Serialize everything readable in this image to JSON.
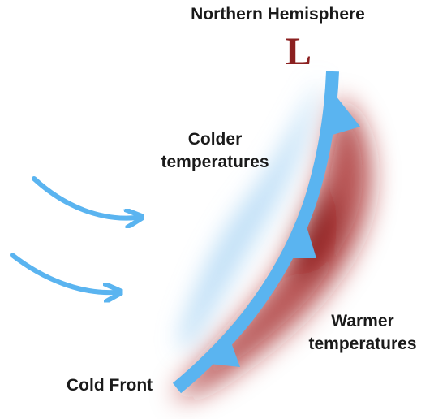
{
  "title": "Northern Hemisphere",
  "low_pressure_symbol": "L",
  "regions": {
    "colder_line1": "Colder",
    "colder_line2": "temperatures",
    "warmer_line1": "Warmer",
    "warmer_line2": "temperatures"
  },
  "front_label": "Cold Front",
  "colors": {
    "front_blue": "#5ab4f0",
    "warm_red": "#a01818",
    "low_symbol": "#8b2020"
  },
  "icons": {
    "wind_arrows": "wind-arrow-icon",
    "front_triangles": "cold-front-triangle-icon"
  }
}
